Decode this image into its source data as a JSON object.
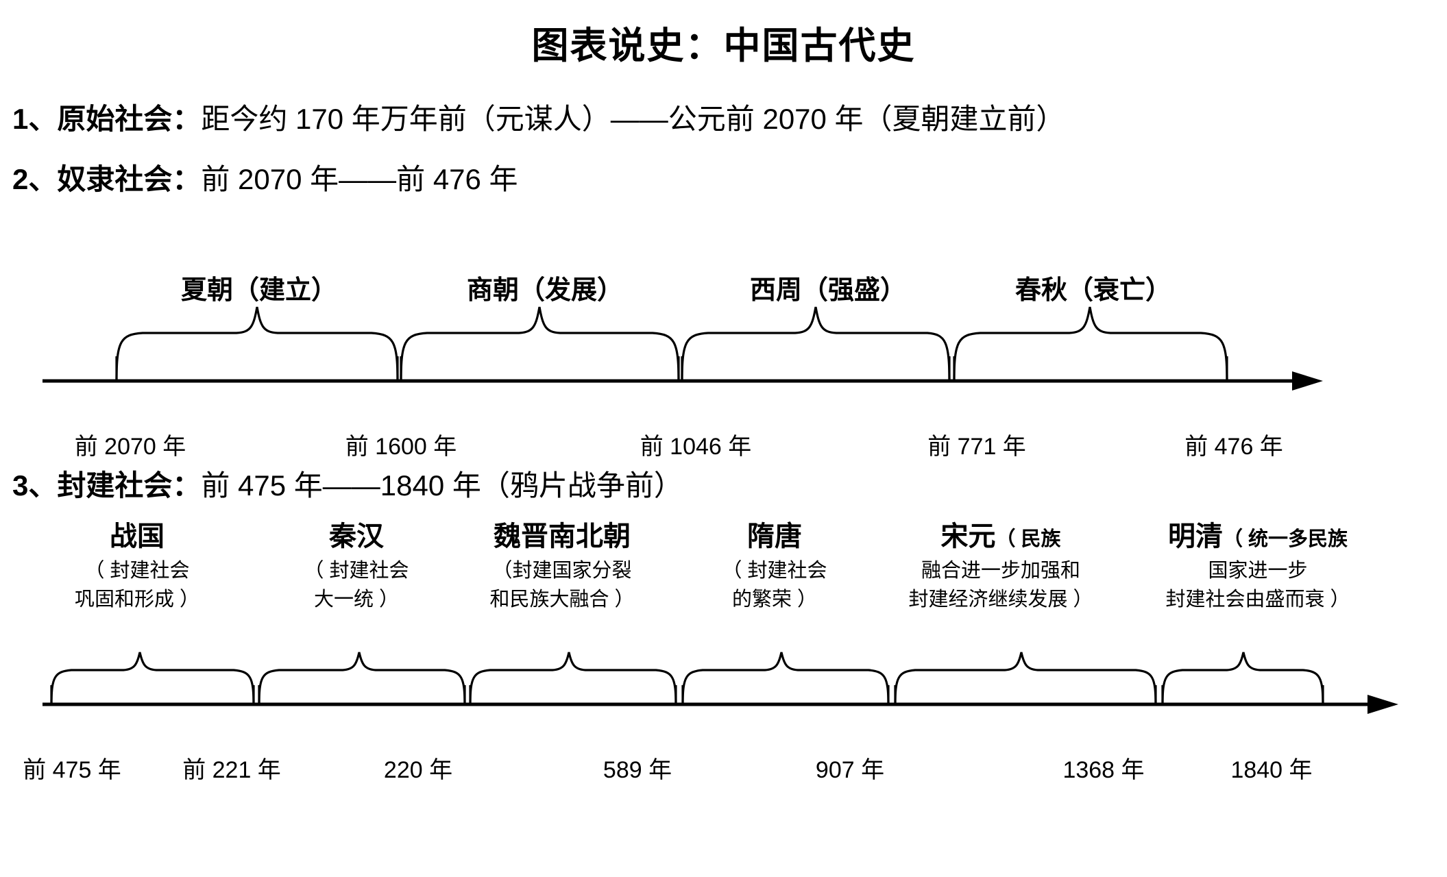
{
  "title": "图表说史：中国古代史",
  "sections": [
    {
      "num": "1、",
      "label": "原始社会：",
      "value": "距今约 170 年万年前（元谋人）——公元前 2070 年（夏朝建立前）"
    },
    {
      "num": "2、",
      "label": "奴隶社会：",
      "value": "前 2070 年——前 476 年"
    },
    {
      "num": "3、",
      "label": "封建社会：",
      "value": "前 475 年——1840 年（鸦片战争前）"
    }
  ],
  "timeline1": {
    "eras": [
      {
        "name": "夏朝（建立）"
      },
      {
        "name": "商朝（发展）"
      },
      {
        "name": "西周（强盛）"
      },
      {
        "name": "春秋（衰亡）"
      }
    ],
    "dates": [
      "前 2070 年",
      "前 1600 年",
      "前 1046 年",
      "前 771 年",
      "前 476 年"
    ]
  },
  "timeline2": {
    "dynasties": [
      {
        "head": "战国",
        "paren": "",
        "desc": [
          "（ 封建社会",
          "巩固和形成 ）"
        ]
      },
      {
        "head": "秦汉",
        "paren": "",
        "desc": [
          "（ 封建社会",
          "大一统 ）"
        ]
      },
      {
        "head": "魏晋南北朝",
        "paren": "",
        "desc": [
          "（封建国家分裂",
          "和民族大融合 ）"
        ]
      },
      {
        "head": "隋唐",
        "paren": "",
        "desc": [
          "（ 封建社会",
          "的繁荣 ）"
        ]
      },
      {
        "head": "宋元",
        "paren": "（ 民族",
        "desc": [
          "融合进一步加强和",
          "封建经济继续发展 ）"
        ]
      },
      {
        "head": "明清",
        "paren": "（ 统一多民族",
        "desc": [
          "国家进一步",
          "封建社会由盛而衰 ）"
        ]
      }
    ],
    "dates": [
      "前 475 年",
      "前 221 年",
      "220 年",
      "589 年",
      "907 年",
      "1368 年",
      "1840 年"
    ]
  },
  "colors": {
    "ink": "#000000",
    "paper": "#ffffff"
  }
}
